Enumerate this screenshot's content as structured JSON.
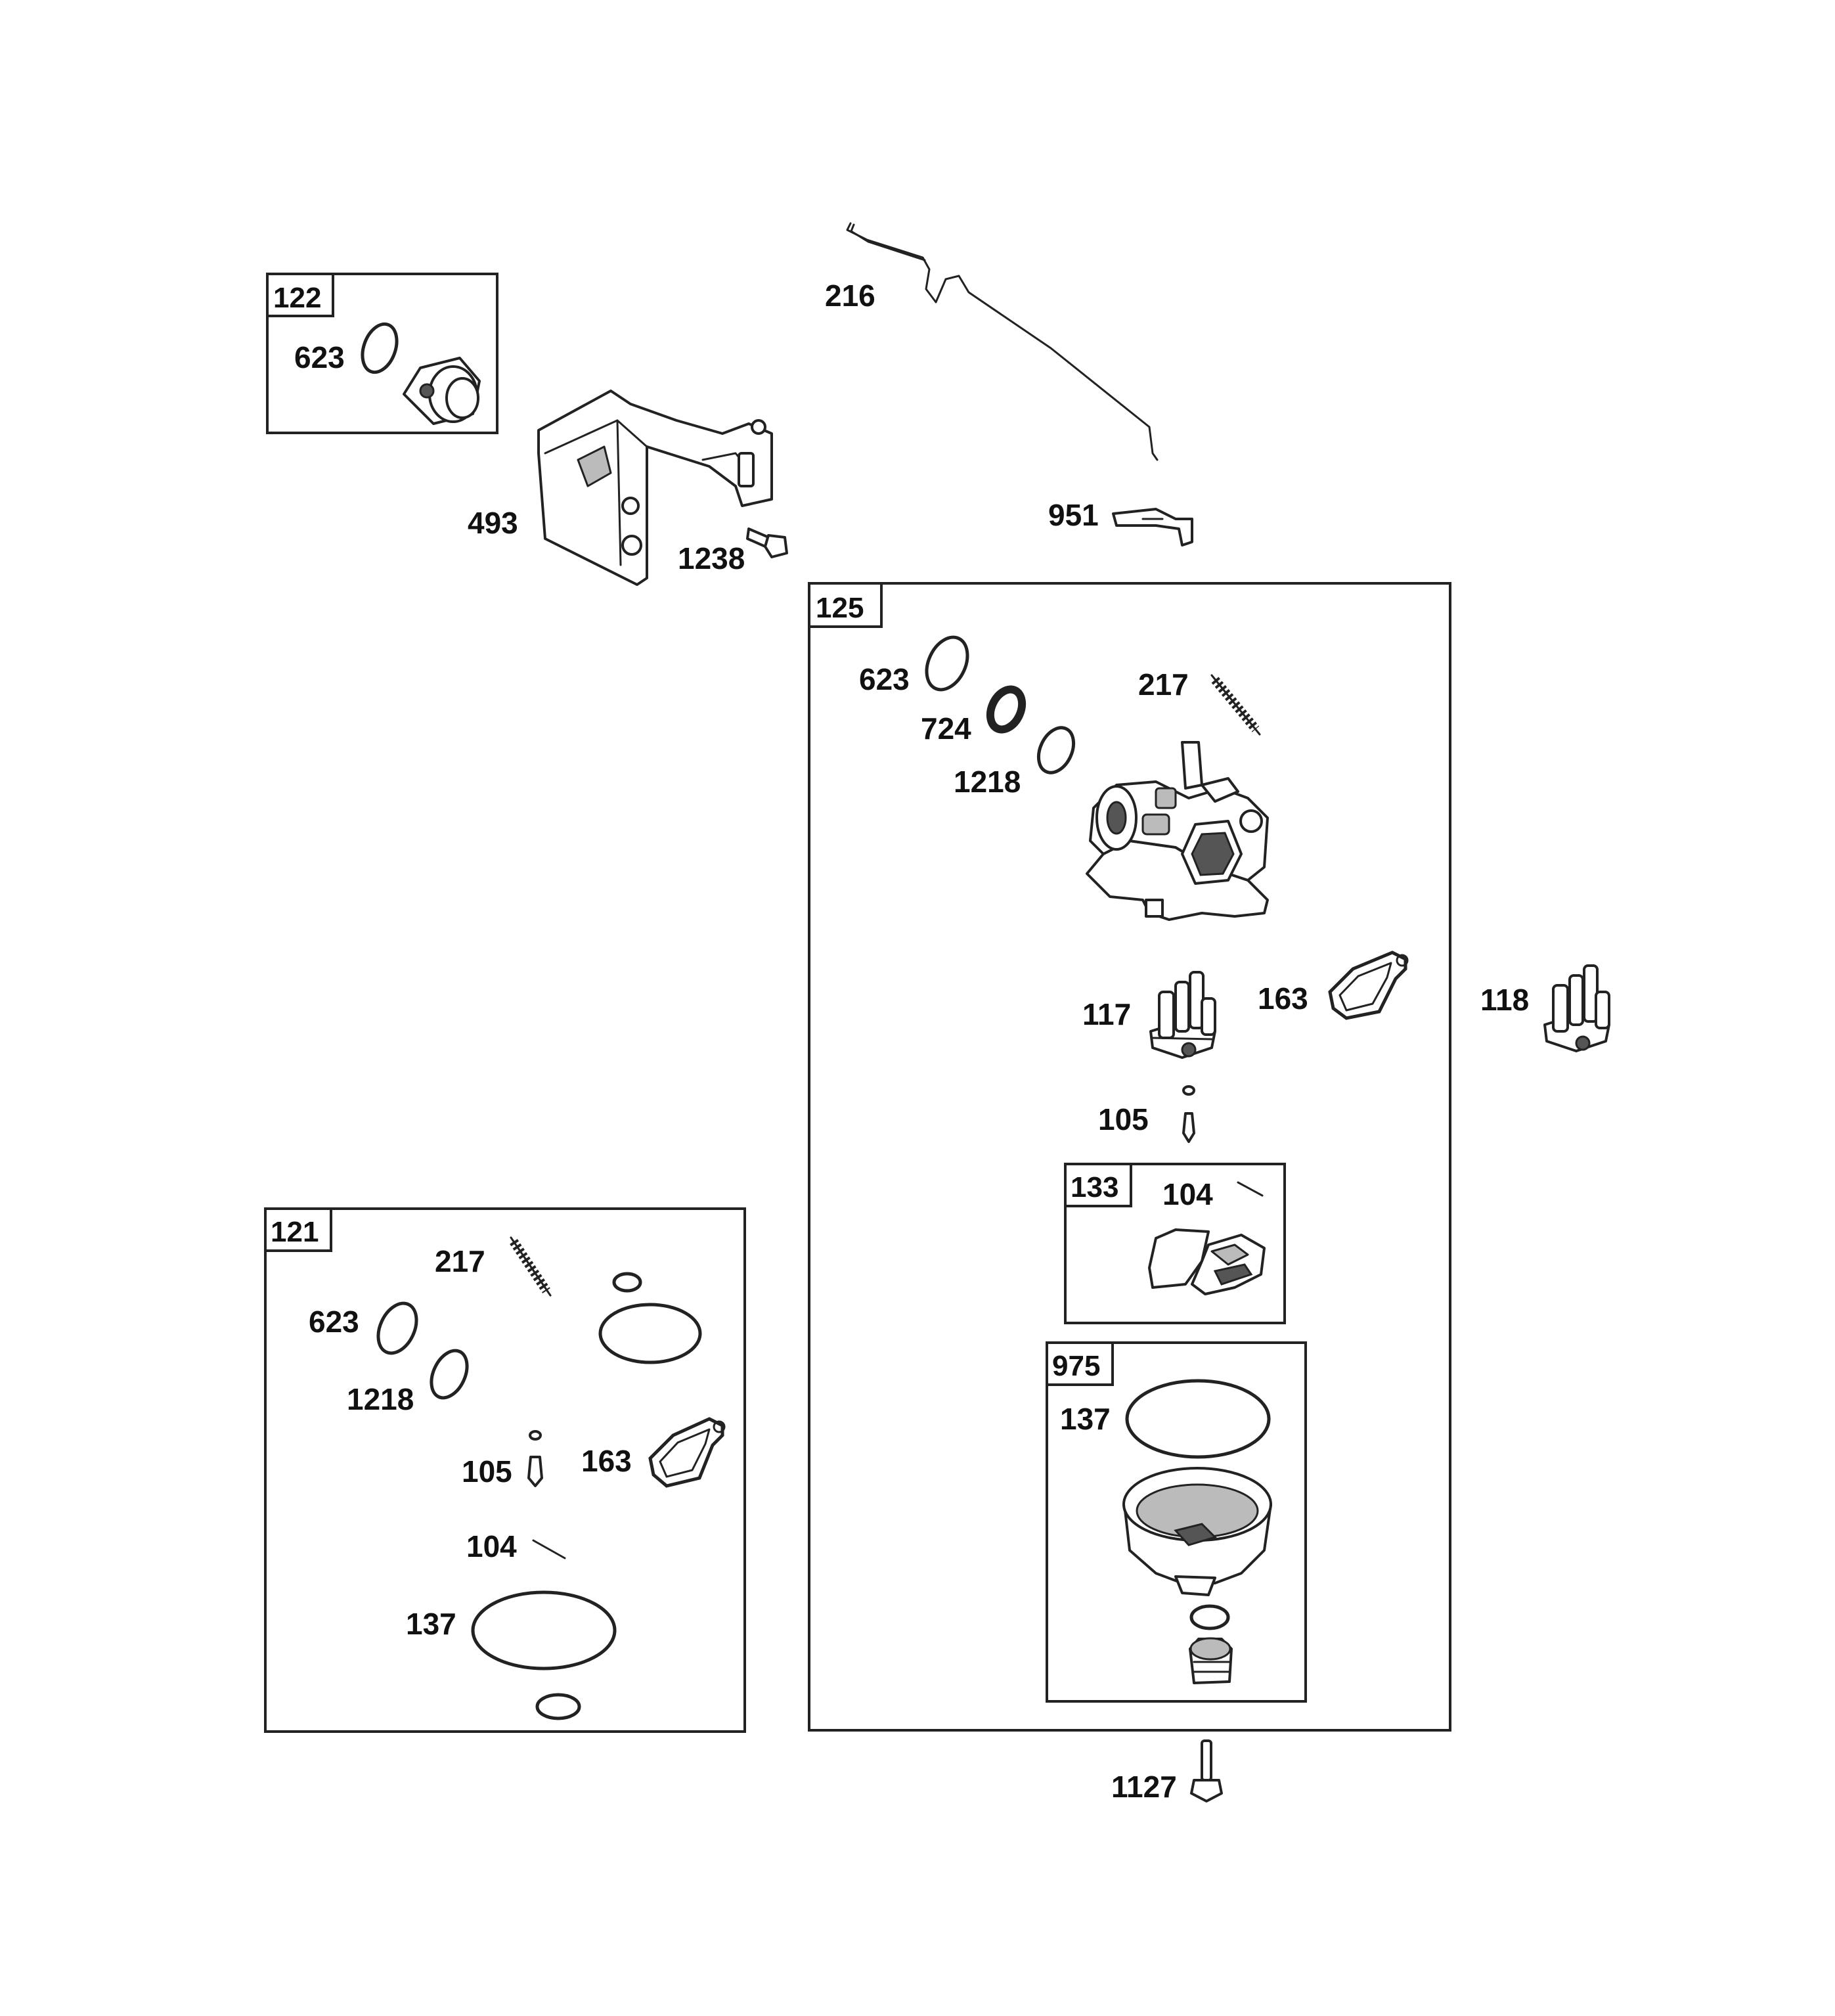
{
  "kits": [
    {
      "id": "kit-122",
      "tag": "122"
    },
    {
      "id": "kit-125",
      "tag": "125"
    },
    {
      "id": "kit-121",
      "tag": "121"
    },
    {
      "id": "kit-133",
      "tag": "133"
    },
    {
      "id": "kit-975",
      "tag": "975"
    }
  ],
  "labels": {
    "k122_623": "623",
    "l216": "216",
    "l493": "493",
    "l1238": "1238",
    "l951": "951",
    "k125_623": "623",
    "k125_724": "724",
    "k125_1218": "1218",
    "k125_217": "217",
    "k125_117": "117",
    "k125_163": "163",
    "l118": "118",
    "k125_105": "105",
    "k133_104": "104",
    "k975_137": "137",
    "l1127": "1127",
    "k121_217": "217",
    "k121_623": "623",
    "k121_1218": "1218",
    "k121_105": "105",
    "k121_163": "163",
    "k121_104": "104",
    "k121_137": "137"
  }
}
